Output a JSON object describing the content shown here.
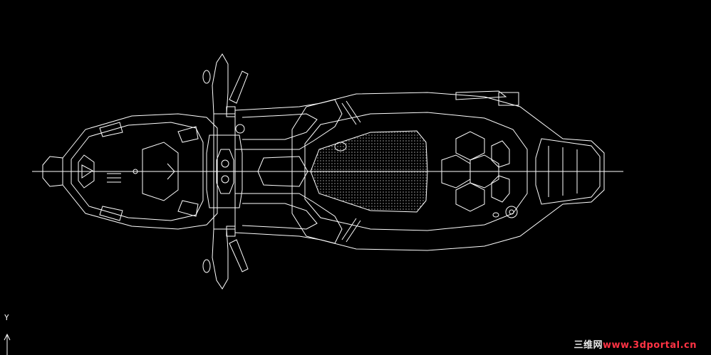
{
  "ucs": {
    "axis_label": "Y"
  },
  "watermark": {
    "text_cn": "三维网",
    "text_url": "www.3dportal.cn"
  },
  "colors": {
    "background": "#000000",
    "line": "#ffffff",
    "watermark_url": "#ff3344"
  },
  "icons": {
    "ucs": "ucs-axis-icon"
  }
}
